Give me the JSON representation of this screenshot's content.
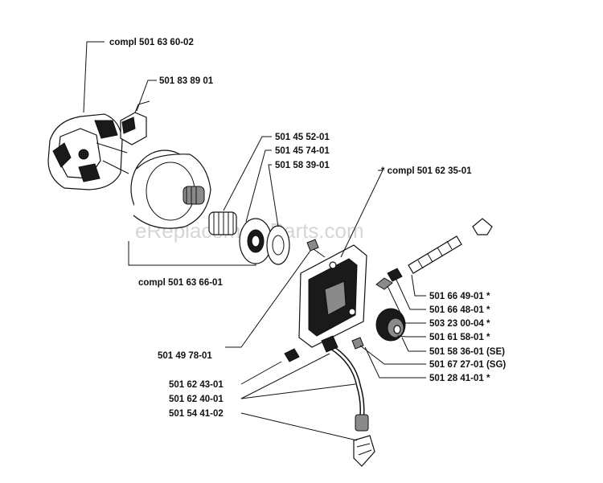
{
  "watermark": "eReplacementParts.com",
  "labels": {
    "clutch": "compl 501 63 60-02",
    "spring": "501 83 89 01",
    "b1": "501 45 52-01",
    "b2": "501 45 74-01",
    "b3": "501 58 39-01",
    "pump_kit": "* compl 501 62 35-01",
    "drum": "compl 501 63 66-01",
    "r1": "501 66 49-01  *",
    "r2": "501 66 48-01  *",
    "r3": "503 23 00-04  *",
    "r4": "501 61 58-01  *",
    "r5": "501 58 36-01 (SE)",
    "r6": "501 67 27-01 (SG)",
    "r7": "501 28 41-01  *",
    "l1": "501 49 78-01",
    "l2": "501 62 43-01",
    "l3": "501 62 40-01",
    "l4": "501 54 41-02"
  }
}
